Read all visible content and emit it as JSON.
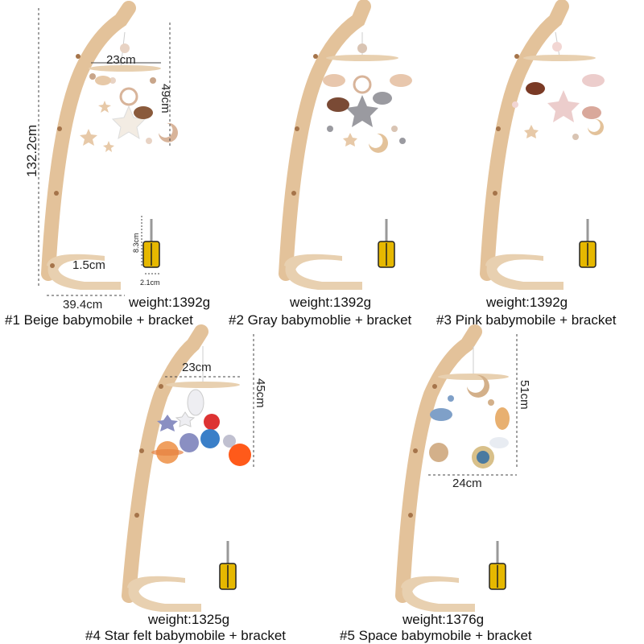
{
  "products": [
    {
      "id": "p1",
      "weight": "weight:1392g",
      "title": "#1 Beige babymobile + bracket",
      "dims": {
        "height": "132.2cm",
        "base": "39.4cm",
        "hoop": "23cm",
        "mobile": "49cm",
        "thickness": "1.5cm",
        "tool_h": "8.3cm",
        "tool_w": "2.1cm"
      },
      "colors": {
        "wood": "#e3c29a",
        "accent": "#d8b49a",
        "ball": "#e8d3c4"
      }
    },
    {
      "id": "p2",
      "weight": "weight:1392g",
      "title": "#2 Gray babymoblie + bracket",
      "colors": {
        "wood": "#e3c29a",
        "accent": "#9a9aa0",
        "ball": "#d9c4b3"
      }
    },
    {
      "id": "p3",
      "weight": "weight:1392g",
      "title": "#3 Pink babymobile + bracket",
      "colors": {
        "wood": "#e3c29a",
        "accent": "#eccdcc",
        "ball": "#f2d6d3"
      }
    },
    {
      "id": "p4",
      "weight": "weight:1325g",
      "title": "#4 Star felt babymobile + bracket",
      "dims": {
        "hoop": "23cm",
        "mobile": "45cm"
      },
      "colors": {
        "wood": "#e3c29a",
        "accent": "#8a8fc2",
        "ball": "#ff7a3a"
      }
    },
    {
      "id": "p5",
      "weight": "weight:1376g",
      "title": "#5 Space babymobile + bracket",
      "dims": {
        "mobile": "51cm",
        "hoop": "24cm"
      },
      "colors": {
        "wood": "#e3c29a",
        "accent": "#7fa0c8",
        "ball": "#d3b08a"
      }
    }
  ]
}
